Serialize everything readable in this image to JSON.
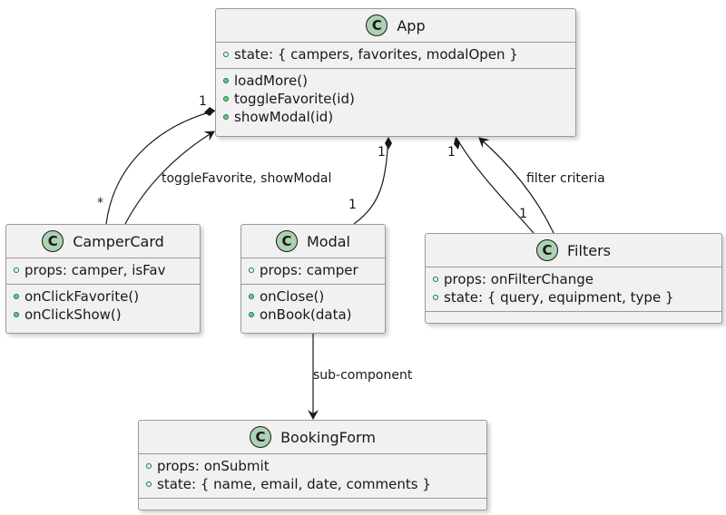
{
  "classes": {
    "app": {
      "stereotype": "C",
      "name": "App",
      "attributes": [
        "state: { campers, favorites, modalOpen }"
      ],
      "methods": [
        "loadMore()",
        "toggleFavorite(id)",
        "showModal(id)"
      ]
    },
    "camper_card": {
      "stereotype": "C",
      "name": "CamperCard",
      "attributes": [
        "props: camper, isFav"
      ],
      "methods": [
        "onClickFavorite()",
        "onClickShow()"
      ]
    },
    "modal": {
      "stereotype": "C",
      "name": "Modal",
      "attributes": [
        "props: camper"
      ],
      "methods": [
        "onClose()",
        "onBook(data)"
      ]
    },
    "filters": {
      "stereotype": "C",
      "name": "Filters",
      "attributes": [
        "props: onFilterChange",
        "state: { query, equipment, type }"
      ],
      "methods": []
    },
    "booking_form": {
      "stereotype": "C",
      "name": "BookingForm",
      "attributes": [
        "props: onSubmit",
        "state: { name, email, date, comments }"
      ],
      "methods": []
    }
  },
  "relations": [
    {
      "from": "App",
      "to": "CamperCard",
      "kind": "composition",
      "from_mult": "1",
      "to_mult": "*"
    },
    {
      "from": "CamperCard",
      "to": "App",
      "kind": "dependency",
      "label": "toggleFavorite, showModal"
    },
    {
      "from": "App",
      "to": "Modal",
      "kind": "composition",
      "from_mult": "1",
      "to_mult": "1"
    },
    {
      "from": "App",
      "to": "Filters",
      "kind": "composition",
      "from_mult": "1",
      "to_mult": "1"
    },
    {
      "from": "Filters",
      "to": "App",
      "kind": "dependency",
      "label": "filter criteria"
    },
    {
      "from": "Modal",
      "to": "BookingForm",
      "kind": "dependency",
      "label": "sub-component"
    }
  ],
  "colors": {
    "class_fill": "#f1f1f1",
    "class_border": "#9a9a9a",
    "stereotype_circle": "#add1b2",
    "line": "#181818"
  }
}
